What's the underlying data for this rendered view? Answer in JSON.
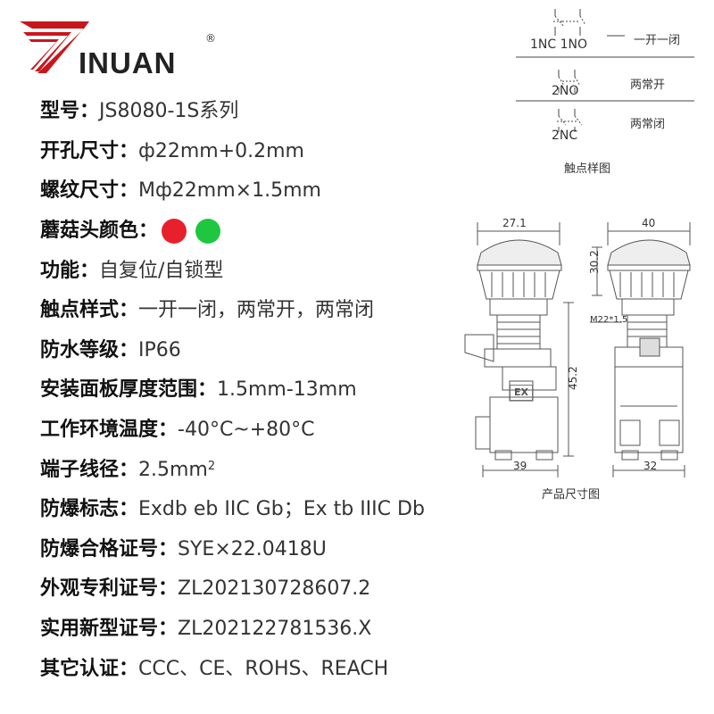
{
  "brand": {
    "logo_text": "INUAN",
    "registered_mark": "®",
    "accent_color": "#c9161d"
  },
  "specs": [
    {
      "label": "型号：",
      "value": "JS8080-1S系列"
    },
    {
      "label": "开孔尺寸：",
      "value": "ф22mm+0.2mm"
    },
    {
      "label": "螺纹尺寸：",
      "value": "Mф22mm×1.5mm"
    },
    {
      "label": "蘑菇头颜色：",
      "value": "",
      "colors": [
        "#e8202b",
        "#1ec73f"
      ]
    },
    {
      "label": "功能：",
      "value": "自复位/自锁型"
    },
    {
      "label": "触点样式：",
      "value": "一开一闭，两常开，两常闭"
    },
    {
      "label": "防水等级：",
      "value": "IP66"
    },
    {
      "label": "安装面板厚度范围：",
      "value": "1.5mm-13mm"
    },
    {
      "label": "工作环境温度：",
      "value": "-40°C~+80°C"
    },
    {
      "label": "端子线径：",
      "value": "2.5mm",
      "sup": "2"
    },
    {
      "label": "防爆标志：",
      "value": "Exdb eb IIC Gb；Ex tb IIIC Db"
    },
    {
      "label": "防爆合格证号：",
      "value": "SYE×22.0418U"
    },
    {
      "label": "外观专利证号：",
      "value": "ZL202130728607.2"
    },
    {
      "label": "实用新型证号：",
      "value": "ZL202122781536.X"
    },
    {
      "label": "其它认证：",
      "value": "CCC、CE、ROHS、REACH"
    }
  ],
  "contacts": {
    "row1_labels": "1NC  1NO",
    "row1_desc": "一开一闭",
    "row2_label": "2NO",
    "row2_desc": "两常开",
    "row3_label": "2NC",
    "row3_desc": "两常闭",
    "caption": "触点样图"
  },
  "drawing": {
    "dim_side_width": "27.1",
    "dim_front_width": "40",
    "dim_head_height": "30.2",
    "dim_thread": "M22*1.5",
    "dim_body_height": "45.2",
    "dim_base_side": "39",
    "dim_base_front": "32",
    "ex_mark": "EX",
    "caption": "产品尺寸图"
  }
}
